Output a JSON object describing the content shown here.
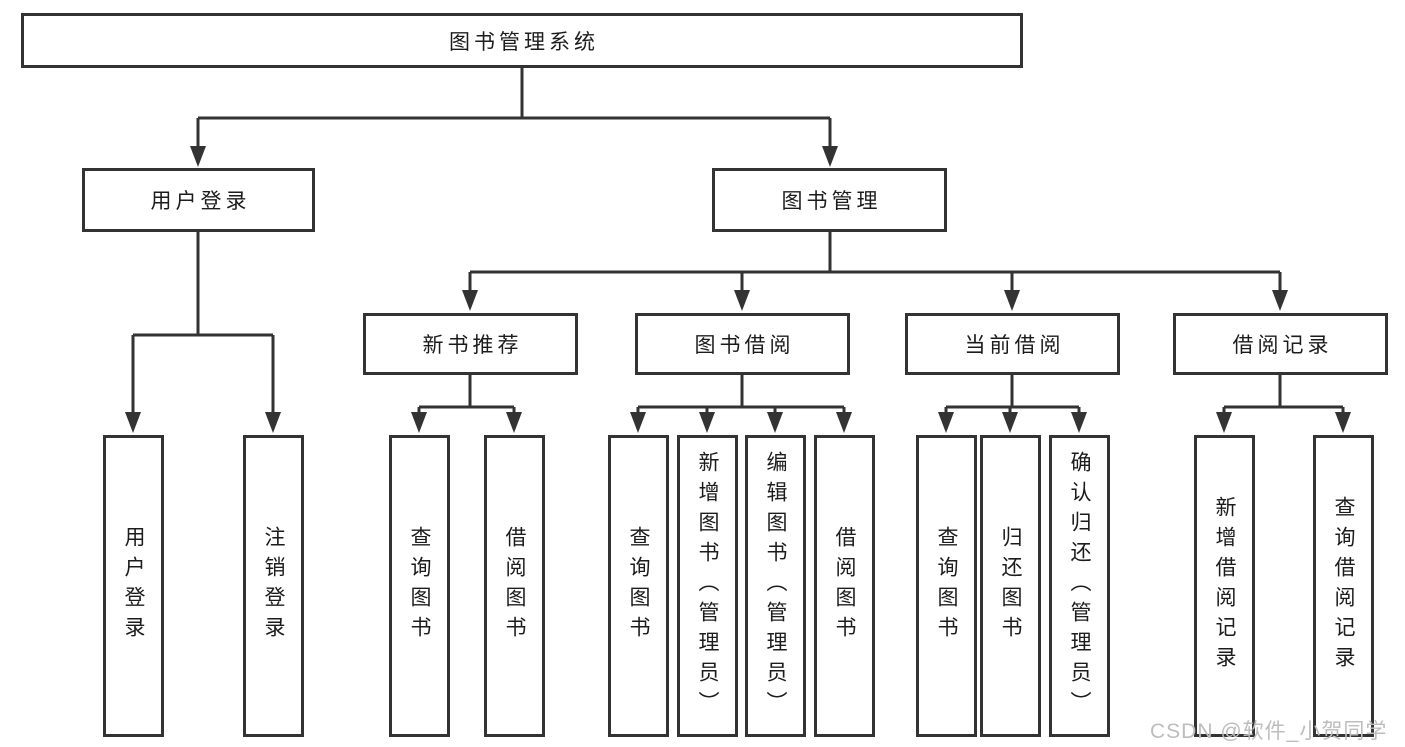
{
  "tree": {
    "root": "图书管理系统",
    "level2": {
      "user_login": "用户登录",
      "book_mgmt": "图书管理"
    },
    "level3": {
      "new_books": "新书推荐",
      "book_borrow": "图书借阅",
      "current_borrow": "当前借阅",
      "borrow_records": "借阅记录"
    },
    "leaves": {
      "user_login": [
        "用户登录",
        "注销登录"
      ],
      "new_books": [
        "查询图书",
        "借阅图书"
      ],
      "book_borrow": [
        "查询图书",
        "新增图书（管理员）",
        "编辑图书（管理员）",
        "借阅图书"
      ],
      "current_borrow": [
        "查询图书",
        "归还图书",
        "确认归还（管理员）"
      ],
      "borrow_records": [
        "新增借阅记录",
        "查询借阅记录"
      ]
    }
  },
  "watermark": "CSDN @软件_小贺同学",
  "colors": {
    "line": "#333333",
    "box_border": "#333333",
    "box_background": "#ffffff",
    "text": "#1c1c1c",
    "watermark": "#bdbdbd"
  }
}
